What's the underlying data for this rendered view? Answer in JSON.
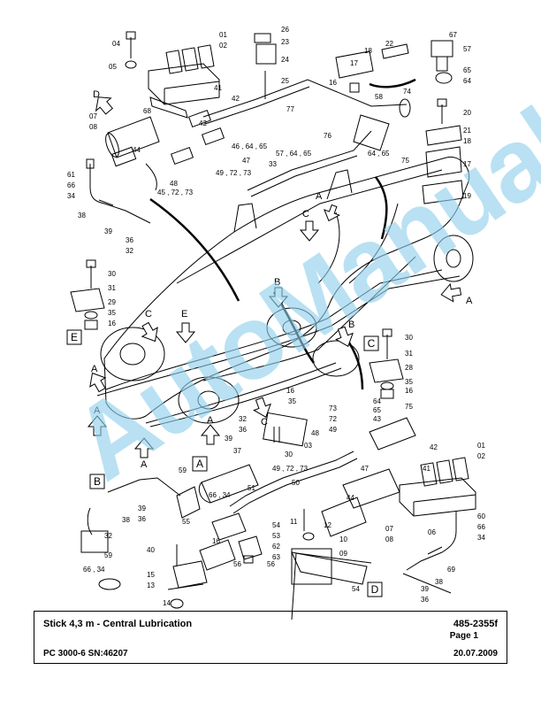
{
  "colors": {
    "line": "#000000",
    "watermark": "#8fd0ec"
  },
  "title_block": {
    "title": "Stick 4,3 m - Central Lubrication",
    "drawing_number": "485-2355f",
    "page": "Page 1",
    "model": "PC 3000-6 SN:46207",
    "date": "20.07.2009"
  },
  "watermark_text": "AutoManual",
  "view_markers": [
    "B",
    "A",
    "C",
    "D",
    "E"
  ],
  "arrow_letters": [
    "D",
    "C",
    "B",
    "C",
    "E",
    "A",
    "A",
    "A",
    "A",
    "A",
    "B",
    "C",
    "A"
  ],
  "callouts": [
    "01",
    "02",
    "04",
    "05",
    "41",
    "42",
    "68",
    "26",
    "23",
    "24",
    "25",
    "22",
    "57",
    "67",
    "18",
    "17",
    "16",
    "58",
    "74",
    "65",
    "64",
    "07",
    "08",
    "44",
    "42",
    "46 , 64 , 65",
    "47",
    "77",
    "20",
    "21",
    "18",
    "61",
    "66",
    "34",
    "48",
    "49 , 72 , 73",
    "45 , 72 , 73",
    "57 , 64 , 65",
    "76",
    "33",
    "64 , 65",
    "75",
    "17",
    "19",
    "38",
    "39",
    "36",
    "32",
    "30",
    "31",
    "29",
    "35",
    "16",
    "30",
    "31",
    "28",
    "35",
    "16",
    "16",
    "35",
    "73",
    "72",
    "49",
    "48",
    "75",
    "64",
    "65",
    "43",
    "32",
    "36",
    "30",
    "03",
    "37",
    "39",
    "42",
    "01",
    "02",
    "41",
    "47",
    "59",
    "66 , 34",
    "49 , 72 , 73",
    "50",
    "44",
    "51",
    "56",
    "06",
    "60",
    "66",
    "34",
    "07",
    "08",
    "12",
    "11",
    "10",
    "09",
    "38",
    "39",
    "36",
    "32",
    "66 , 34",
    "59",
    "40",
    "15",
    "13",
    "14",
    "16",
    "55",
    "54",
    "53",
    "62",
    "63",
    "56",
    "54",
    "69",
    "38",
    "39",
    "36",
    "32"
  ]
}
